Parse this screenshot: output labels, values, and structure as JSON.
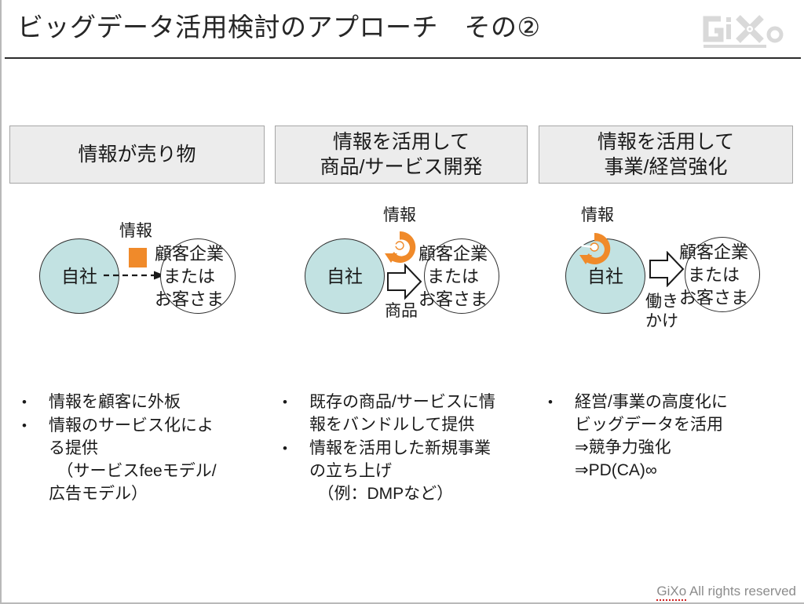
{
  "slide": {
    "title": "ビッグデータ活用検討のアプローチ　その②",
    "logo_text": "GiXo",
    "footer": {
      "brand": "GiXo",
      "rest": " All rights reserved"
    },
    "colors": {
      "header_fill": "#ececec",
      "header_border": "#a6a6a6",
      "entity_self_fill": "#c2e2e2",
      "accent_orange": "#f08a2a",
      "rule": "#2b2b2b",
      "footer_text": "#8c8c8c",
      "spellcheck_underline": "#d02020"
    }
  },
  "columns": [
    {
      "header": "情報が売り物",
      "diagram": {
        "self_label": "自社",
        "customer_label": "顧客企業\nまたは\nお客さま",
        "info_label": "情報",
        "flow_label": "",
        "info_shape": "square",
        "connector": "dashed-arrow"
      },
      "bullets": [
        {
          "marker": "•",
          "text": "情報を顧客に外板"
        },
        {
          "marker": "•",
          "text": "情報のサービス化によ\nる提供\n　（サービスfeeモデル/\n広告モデル）"
        }
      ]
    },
    {
      "header": "情報を活用して\n商品/サービス開発",
      "diagram": {
        "self_label": "自社",
        "customer_label": "顧客企業\nまたは\nお客さま",
        "info_label": "情報",
        "flow_label": "商品",
        "info_shape": "cycle",
        "connector": "block-arrow"
      },
      "bullets": [
        {
          "marker": "•",
          "text": "既存の商品/サービスに情\n報をバンドルして提供"
        },
        {
          "marker": "•",
          "text": "情報を活用した新規事業\nの立ち上げ\n　（例：DMPなど）"
        }
      ]
    },
    {
      "header": "情報を活用して\n事業/経営強化",
      "diagram": {
        "self_label": "自社",
        "customer_label": "顧客企業\nまたは\nお客さま",
        "info_label": "情報",
        "flow_label": "働き\nかけ",
        "info_shape": "cycle",
        "connector": "block-arrow"
      },
      "bullets": [
        {
          "marker": "•",
          "text": "経営/事業の高度化に\nビッグデータを活用\n⇒競争力強化\n⇒PD(CA)∞"
        }
      ]
    }
  ]
}
